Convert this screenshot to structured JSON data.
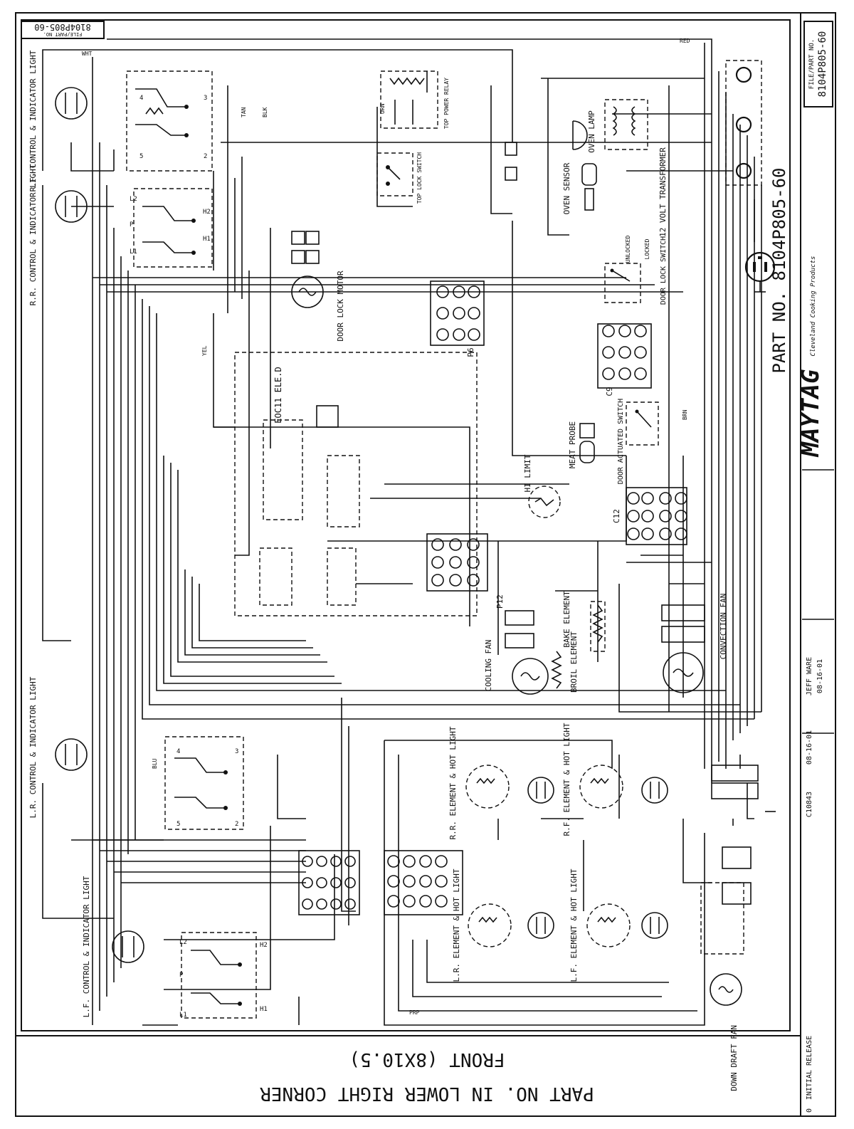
{
  "footer": {
    "line1": "PART NO. IN LOWER RIGHT CORNER",
    "line2": "FRONT (8X10.5)"
  },
  "part_no_large": "PART NO. 8104P805-60",
  "title_block": {
    "file_part_no_label": "FILE/PART NO.",
    "file_part_no": "8104P805-60",
    "brand": "MAYTAG",
    "company": "Cleveland Cooking Products",
    "drawn_by": "JEFF WARE",
    "date": "08-16-01",
    "rev_ecn": "C10843",
    "rev_date": "08-16-01",
    "rev_letter": "0",
    "rev_desc": "INITIAL RELEASE"
  },
  "corner_tag": {
    "label": "FILE/PART NO.",
    "value": "8104P805-60"
  },
  "components": {
    "rf_control": "R.F. CONTROL & INDICATOR LIGHT",
    "rr_control": "R.R. CONTROL & INDICATOR LIGHT",
    "lr_control": "L.R. CONTROL & INDICATOR LIGHT",
    "lf_control": "L.F. CONTROL & INDICATOR LIGHT",
    "top_power_relay": "TOP POWER RELAY",
    "top_lock_switch": "TOP LOCK SWITCH",
    "oven_lamp": "OVEN LAMP",
    "transformer": "12 VOLT TRANSFORMER",
    "oven_sensor": "OVEN SENSOR",
    "door_lock_motor": "DOOR LOCK MOTOR",
    "door_lock_switch": "DOOR LOCK SWITCH",
    "unlocked": "UNLOCKED",
    "locked": "LOCKED",
    "eoc": "EOC11 ELE.D",
    "p6": "P6",
    "c9": "C9",
    "c12": "C12",
    "p12": "P12",
    "meat_probe": "MEAT PROBE",
    "door_actuated_switch": "DOOR ACTUATED SWITCH",
    "hi_limit": "HI LIMIT",
    "cooling_fan": "COOLING FAN",
    "broil_element": "BROIL ELEMENT",
    "bake_element": "BAKE ELEMENT",
    "convection_fan": "CONVECTION FAN",
    "rr_element": "R.R. ELEMENT & HOT LIGHT",
    "rf_element": "R.F. ELEMENT & HOT LIGHT",
    "lr_element": "L.R. ELEMENT & HOT LIGHT",
    "lf_element": "L.F. ELEMENT & HOT LIGHT",
    "down_draft_fan": "DOWN DRAFT FAN"
  },
  "wire_labels": [
    "WHT",
    "RED",
    "BLK",
    "TAN",
    "YEL",
    "BLU",
    "ORN",
    "BRN",
    "PRP"
  ],
  "colors": {
    "ink": "#111111",
    "paper": "#ffffff"
  }
}
